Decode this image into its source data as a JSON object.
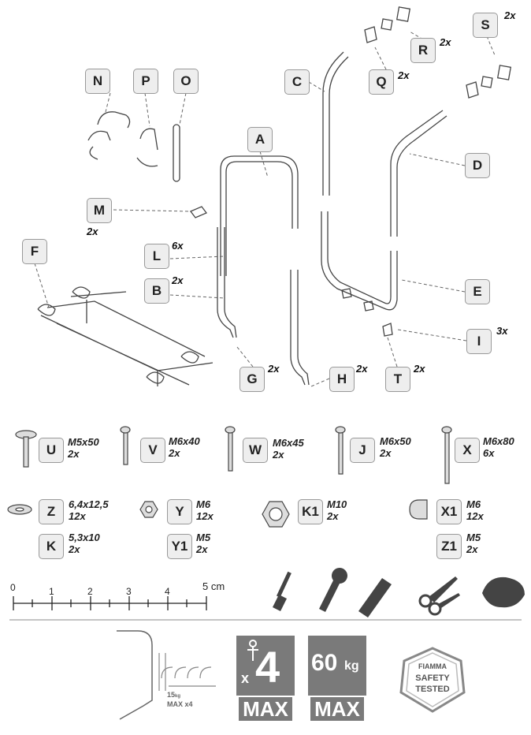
{
  "parts": {
    "N": {
      "label": "N"
    },
    "P": {
      "label": "P"
    },
    "O": {
      "label": "O"
    },
    "A": {
      "label": "A"
    },
    "C": {
      "label": "C"
    },
    "Q": {
      "label": "Q",
      "qty": "2x"
    },
    "R": {
      "label": "R",
      "qty": "2x"
    },
    "S": {
      "label": "S",
      "qty": "2x"
    },
    "D": {
      "label": "D"
    },
    "M": {
      "label": "M",
      "qty": "2x"
    },
    "F": {
      "label": "F"
    },
    "L": {
      "label": "L",
      "qty": "6x"
    },
    "B": {
      "label": "B",
      "qty": "2x"
    },
    "E": {
      "label": "E"
    },
    "I": {
      "label": "I",
      "qty": "3x"
    },
    "G": {
      "label": "G",
      "qty": "2x"
    },
    "H": {
      "label": "H",
      "qty": "2x"
    },
    "T": {
      "label": "T",
      "qty": "2x"
    }
  },
  "hardware": {
    "U": {
      "label": "U",
      "size": "M5x50",
      "qty": "2x"
    },
    "V": {
      "label": "V",
      "size": "M6x40",
      "qty": "2x"
    },
    "W": {
      "label": "W",
      "size": "M6x45",
      "qty": "2x"
    },
    "J": {
      "label": "J",
      "size": "M6x50",
      "qty": "2x"
    },
    "X": {
      "label": "X",
      "size": "M6x80",
      "qty": "6x"
    },
    "Z": {
      "label": "Z",
      "size": "6,4x12,5",
      "qty": "12x"
    },
    "K": {
      "label": "K",
      "size": "5,3x10",
      "qty": "2x"
    },
    "Y": {
      "label": "Y",
      "size": "M6",
      "qty": "12x"
    },
    "Y1": {
      "label": "Y1",
      "size": "M5",
      "qty": "2x"
    },
    "K1": {
      "label": "K1",
      "size": "M10",
      "qty": "2x"
    },
    "X1": {
      "label": "X1",
      "size": "M6",
      "qty": "12x"
    },
    "Z1": {
      "label": "Z1",
      "size": "M5",
      "qty": "2x"
    }
  },
  "ruler": {
    "ticks": [
      "0",
      "1",
      "2",
      "3",
      "4"
    ],
    "end": "5 cm"
  },
  "tools": [
    "screwdriver-icon",
    "wrench-icon",
    "cutter-knife-icon",
    "scissors-icon",
    "cloth-icon"
  ],
  "footer": {
    "bike_capacity_weight": "15",
    "bike_capacity_unit": "kg",
    "bike_capacity_max": "MAX",
    "bike_capacity_count": "x4",
    "max_bikes_x": "x",
    "max_bikes_num": "4",
    "max_bikes_label": "MAX",
    "max_load_num": "60",
    "max_load_unit": "kg",
    "max_load_label": "MAX",
    "brand": "FIAMMA",
    "seal_line1": "SAFETY",
    "seal_line2": "TESTED"
  }
}
